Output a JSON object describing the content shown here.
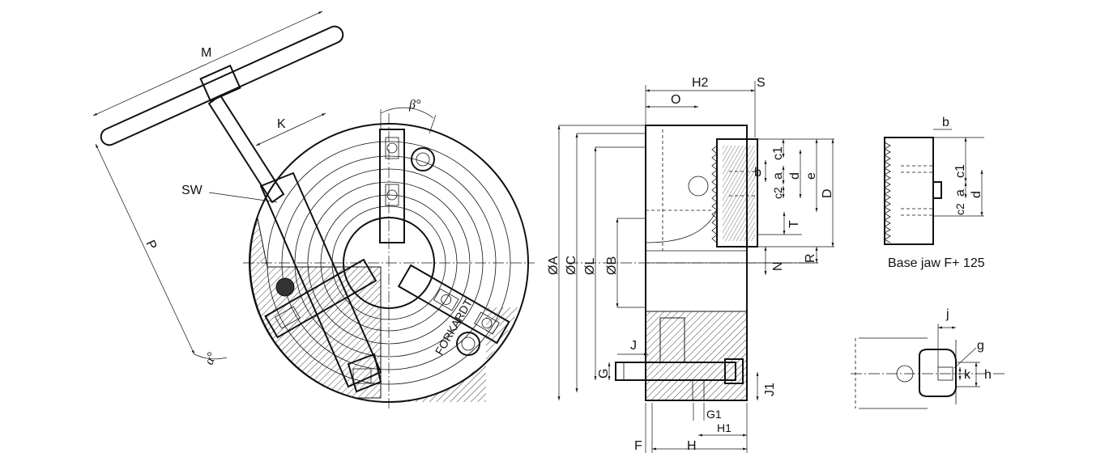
{
  "front_view": {
    "labels": {
      "M": "M",
      "K": "K",
      "SW": "SW",
      "P": "P",
      "alpha": "α°",
      "beta": "β°"
    },
    "brand": "FORKARDT"
  },
  "side_view": {
    "labels": {
      "H2": "H2",
      "S": "S",
      "O": "O",
      "c1": "c1",
      "b": "b",
      "a": "a",
      "d": "d",
      "e": "e",
      "c2": "c2",
      "D": "D",
      "T": "T",
      "R": "R",
      "N": "N",
      "dA": "ØA",
      "dC": "ØC",
      "dL": "ØL",
      "dB": "ØB",
      "J": "J",
      "G": "G",
      "J1": "J1",
      "G1": "G1",
      "H1": "H1",
      "F": "F",
      "H": "H"
    }
  },
  "base_jaw": {
    "labels": {
      "b": "b",
      "c1": "c1",
      "c2": "c2",
      "a": "a",
      "d": "d"
    },
    "caption": "Base jaw F+ 125"
  },
  "detail_view": {
    "labels": {
      "j": "j",
      "g": "g",
      "k": "k",
      "h": "h"
    }
  }
}
